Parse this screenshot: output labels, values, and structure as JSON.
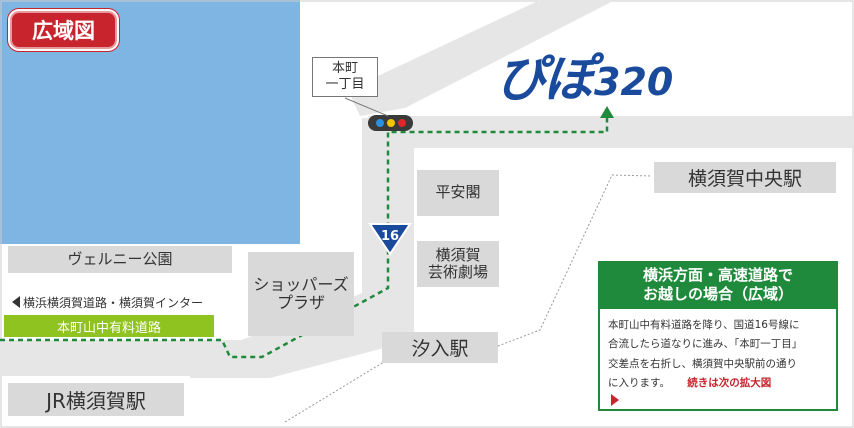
{
  "title_badge": "広域図",
  "logo": {
    "kana": "ぴぽ",
    "number": "320",
    "color": "#1a4a9c"
  },
  "intersection": {
    "line1": "本町",
    "line2": "一丁目"
  },
  "route_sign": {
    "number": "16",
    "color": "#1a4a9c"
  },
  "landmarks": {
    "park": "ヴェルニー公園",
    "shopping_line1": "ショッパーズ",
    "shopping_line2": "プラザ",
    "heian": "平安閣",
    "theater_line1": "横須賀",
    "theater_line2": "芸術劇場"
  },
  "stations": {
    "yokosuka_chuo": "横須賀中央駅",
    "shiiri": "汐入駅",
    "jr_yokosuka": "JR横須賀駅"
  },
  "highway_direction": "横浜横須賀道路・横須賀インター",
  "toll_road": "本町山中有料道路",
  "info_box": {
    "heading_line1": "横浜方面・高速道路で",
    "heading_line2": "お越しの場合（広域）",
    "body_line1": "本町山中有料道路を降り、国道16号線に",
    "body_line2": "合流したら道なりに進み、「本町一丁目」",
    "body_line3": "交差点を右折し、横須賀中央駅前の通り",
    "body_line4": "に入ります。",
    "next_link": "続きは次の拡大図"
  },
  "colors": {
    "sea": "#7fb5e3",
    "road": "#e6e6e6",
    "route": "#1f8a3b",
    "badge": "#c8242d",
    "toll_road": "#8fc31f"
  }
}
